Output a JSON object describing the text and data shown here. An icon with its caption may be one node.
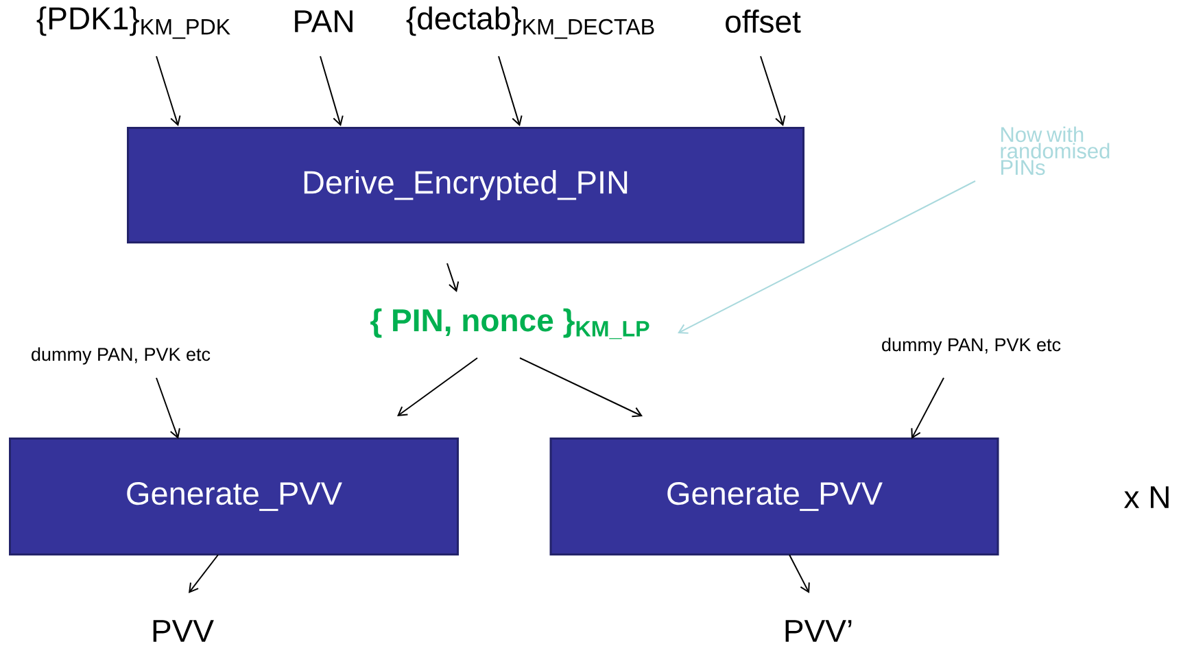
{
  "diagram": {
    "nodes": [
      {
        "text": [
          "{PDK1}$_{KM_PDK}$"
        ]
      },
      {
        "text": [
          "PAN"
        ]
      },
      {
        "text": [
          "{dectab}$_{KM_DECTAB}$"
        ]
      },
      {
        "text": [
          "offset"
        ]
      },
      {
        "text": [
          "Derive_Encrypted_PIN"
        ]
      },
      {
        "text": [
          "{ PIN, nonce }$_{KM_LP}$"
        ]
      },
      {
        "text": [
          "Now with randomised PINs"
        ]
      },
      {
        "text": [
          "dummy PAN, PVK etc"
        ]
      },
      {
        "text": [
          "Generate_PVV"
        ]
      },
      {
        "text": [
          "dummy PAN, PVK etc"
        ]
      },
      {
        "text": [
          "Generate_PVV"
        ]
      },
      {
        "text": [
          "PVV"
        ]
      },
      {
        "text": [
          "PVV’"
        ]
      }
    ],
    "edges": [
      {
        "from": 0,
        "to": 4,
        "arrow": "to"
      },
      {
        "from": 1,
        "to": 4,
        "arrow": "to"
      },
      {
        "from": 2,
        "to": 4,
        "arrow": "to"
      },
      {
        "from": 3,
        "to": 4,
        "arrow": "to"
      },
      {
        "from": 4,
        "to": 5,
        "arrow": "to"
      },
      {
        "from": 6,
        "to": 5,
        "arrow": "to",
        "color": "#a9d9dd"
      },
      {
        "from": 5,
        "to": 8,
        "arrow": "to"
      },
      {
        "from": 5,
        "to": 10,
        "arrow": "to"
      },
      {
        "from": 7,
        "to": 8,
        "arrow": "to"
      },
      {
        "from": 9,
        "to": 10,
        "arrow": "to"
      },
      {
        "from": 8,
        "to": 11,
        "arrow": "to"
      },
      {
        "from": 10,
        "to": 12,
        "arrow": "to"
      }
    ],
    "labels": [
      "x N"
    ]
  }
}
